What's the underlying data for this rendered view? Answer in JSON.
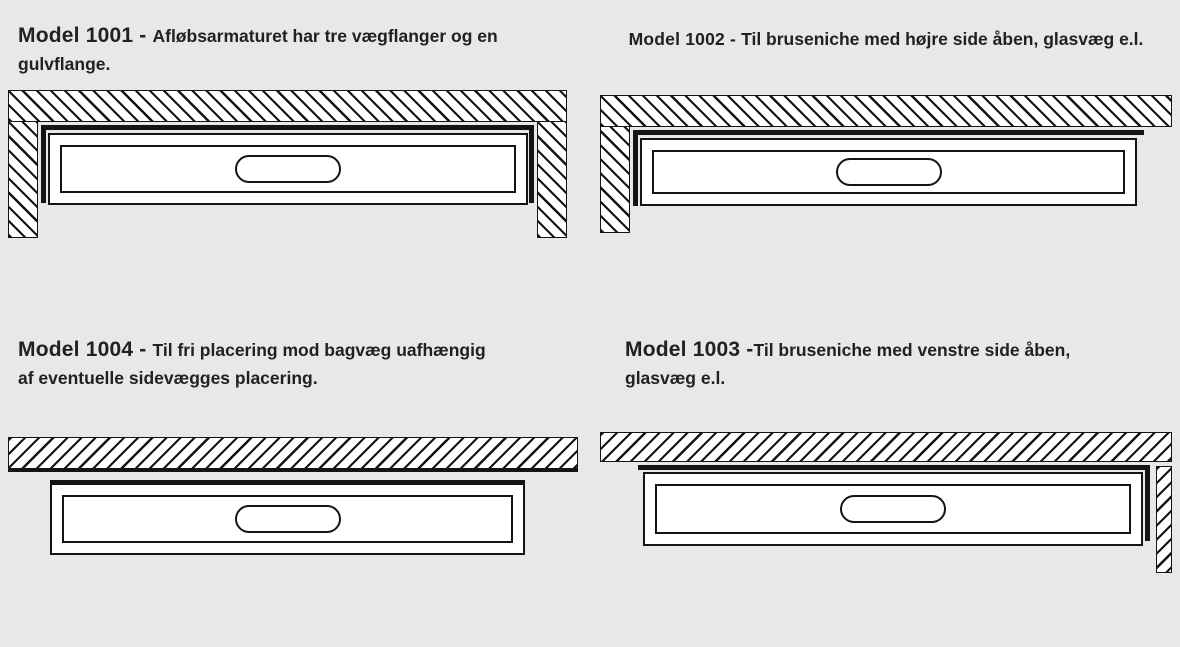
{
  "theme": {
    "bg": "#e8e8e8",
    "line": "#141414",
    "text": "#212121",
    "drain_fill": "#ffffff"
  },
  "panels": {
    "m1001": {
      "model": "Model 1001 - ",
      "description": "Afløbsarmaturet har tre vægflanger og en gulvflange.",
      "walls": "top, left, right"
    },
    "m1002": {
      "model": "Model 1002 - ",
      "description": "Til bruseniche med højre side åben, glasvæg e.l.",
      "walls": "top, left"
    },
    "m1004": {
      "model": "Model 1004 - ",
      "description": "Til fri placering mod bagvæg uafhængig af eventuelle sidevægges placering.",
      "walls": "top"
    },
    "m1003": {
      "model": "Model 1003 -",
      "description": "Til bruseniche med venstre side åben, glasvæg e.l.",
      "walls": "top, right"
    }
  }
}
